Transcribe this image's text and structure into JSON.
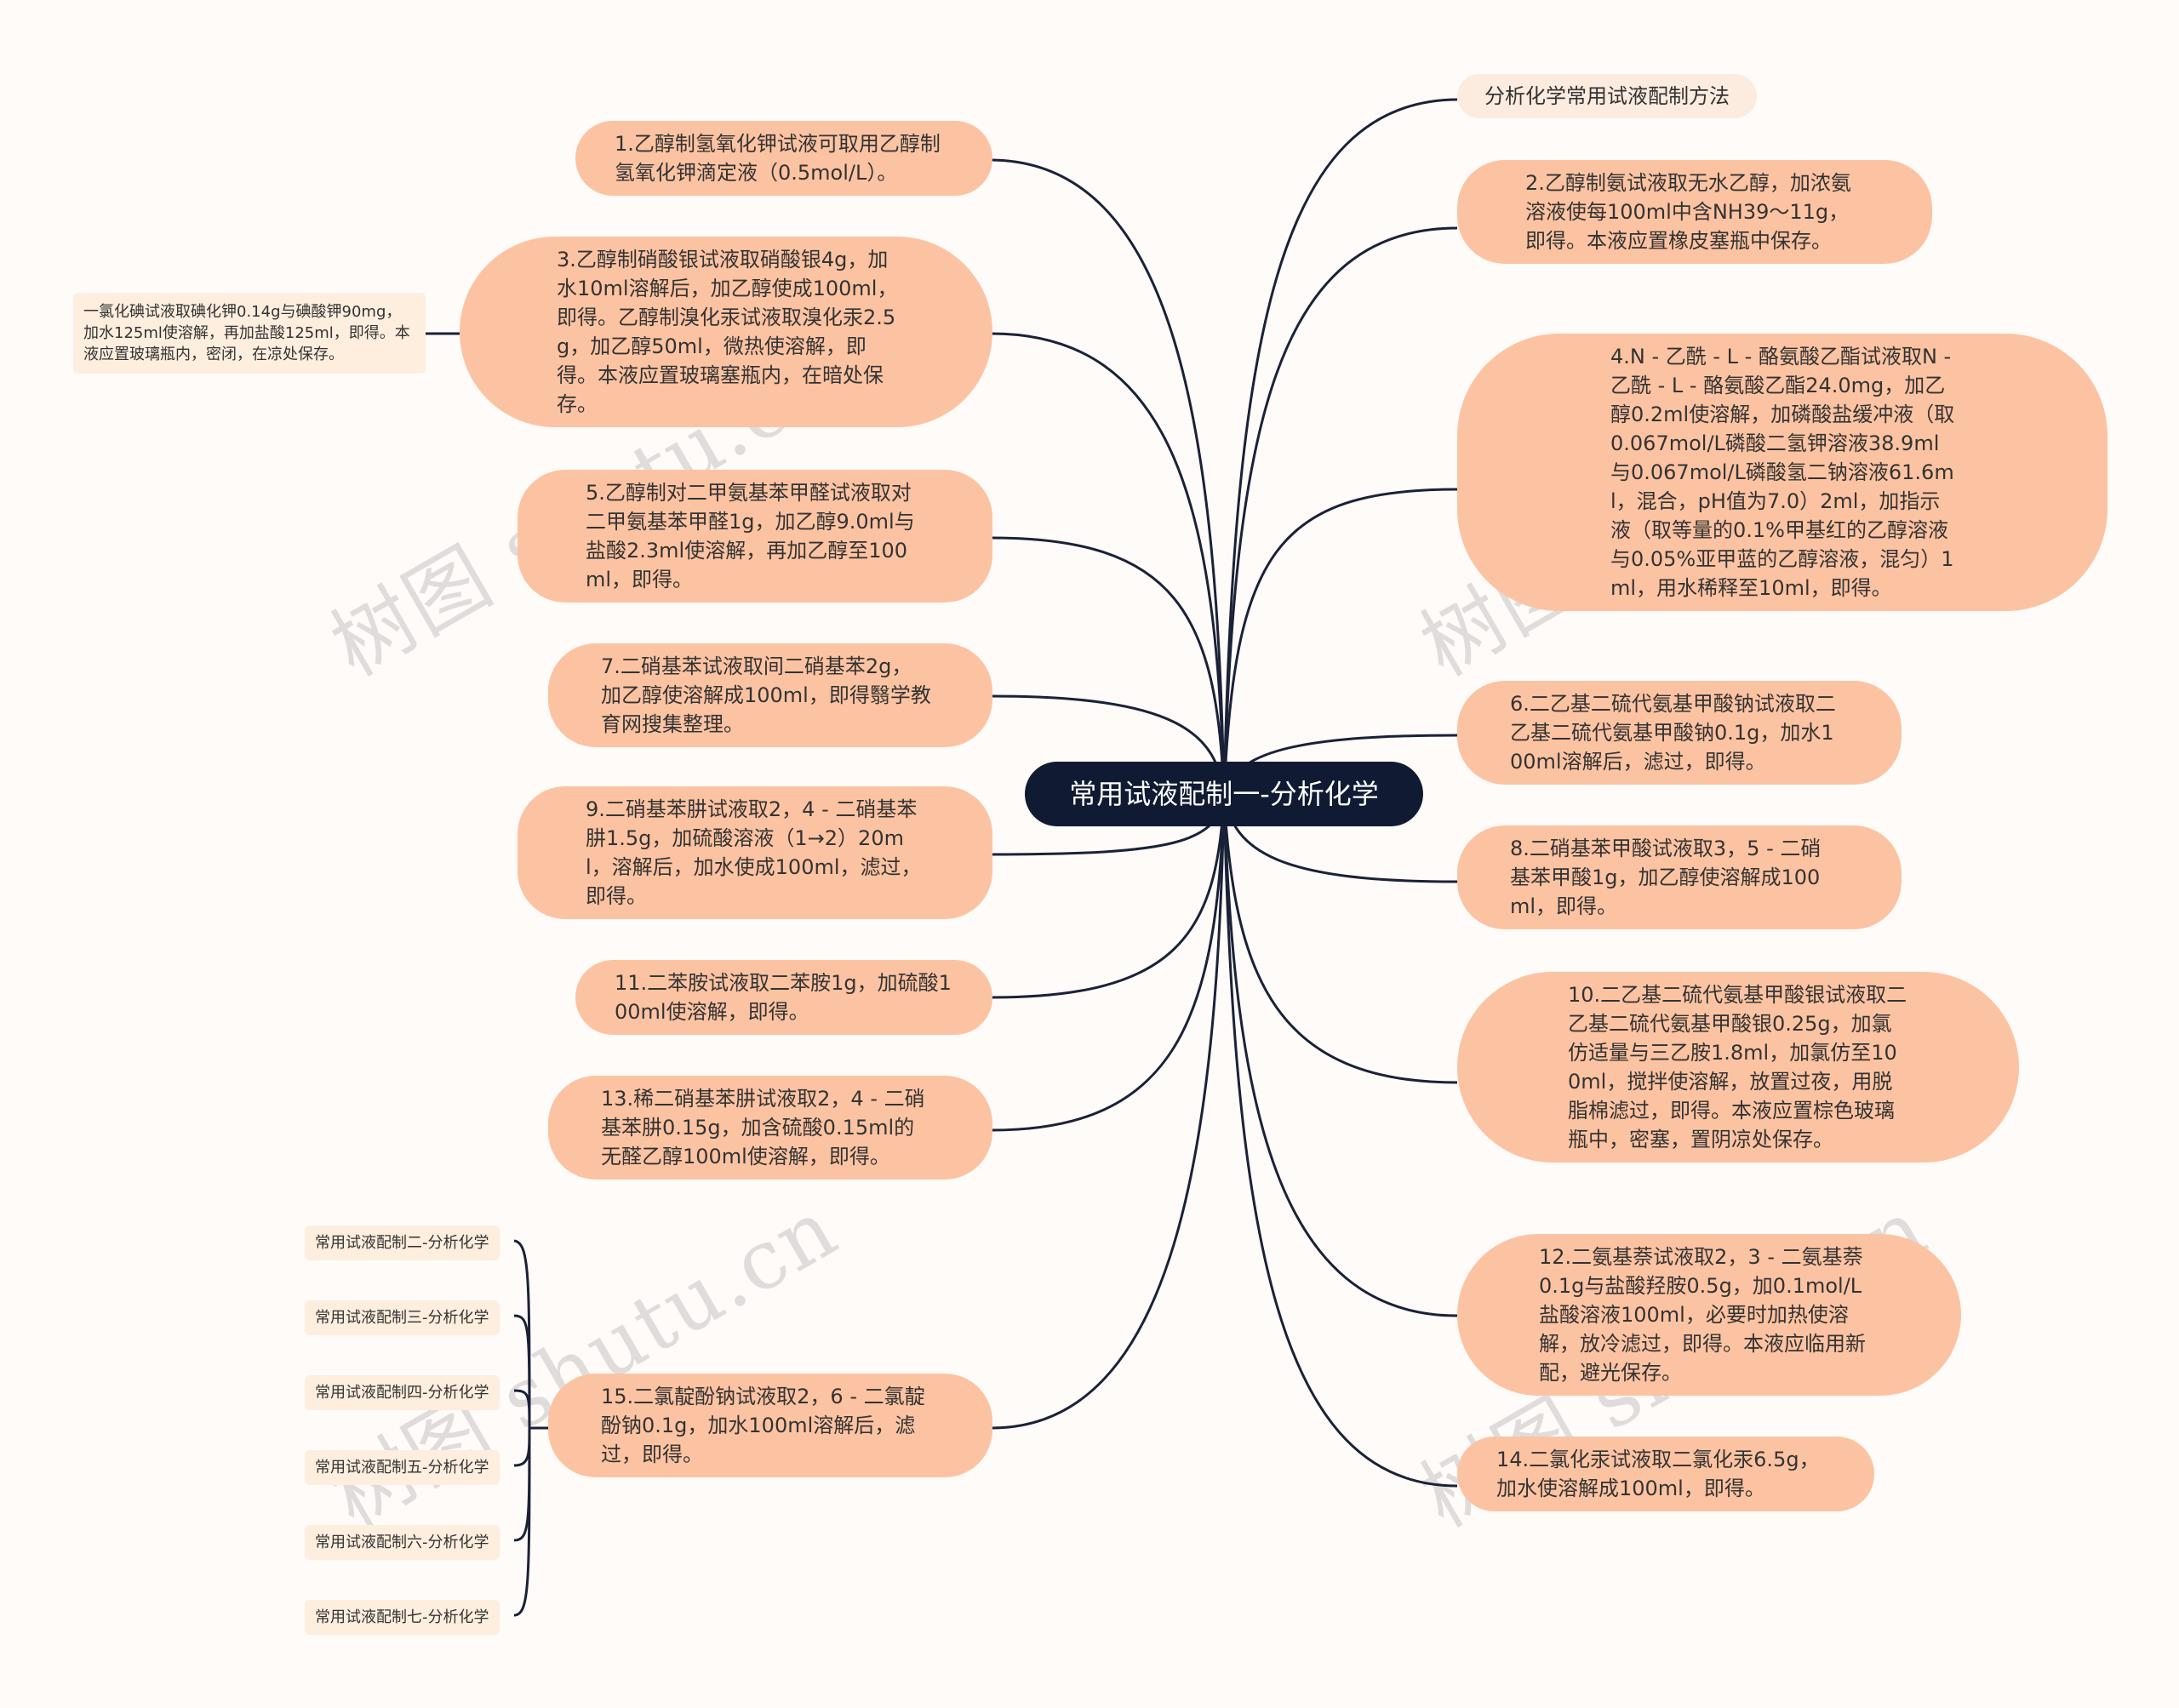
{
  "root": {
    "label": "常用试液配制一-分析化学"
  },
  "title_node": {
    "label": "分析化学常用试液配制方法"
  },
  "left_nodes": [
    {
      "id": "n1",
      "text": "1.乙醇制氢氧化钾试液可取用乙醇制氢氧化钾滴定液（0.5mol/L）。"
    },
    {
      "id": "n3",
      "text": "3.乙醇制硝酸银试液取硝酸银4g，加水10ml溶解后，加乙醇使成100ml，即得。乙醇制溴化汞试液取溴化汞2.5g，加乙醇50ml，微热使溶解，即得。本液应置玻璃塞瓶内，在暗处保存。"
    },
    {
      "id": "n5",
      "text": "5.乙醇制对二甲氨基苯甲醛试液取对二甲氨基苯甲醛1g，加乙醇9.0ml与盐酸2.3ml使溶解，再加乙醇至100ml，即得。"
    },
    {
      "id": "n7",
      "text": "7.二硝基苯试液取间二硝基苯2g，加乙醇使溶解成100ml，即得翳学教育网搜集整理。"
    },
    {
      "id": "n9",
      "text": "9.二硝基苯肼试液取2，4 - 二硝基苯肼1.5g，加硫酸溶液（1→2）20ml，溶解后，加水使成100ml，滤过，即得。"
    },
    {
      "id": "n11",
      "text": "11.二苯胺试液取二苯胺1g，加硫酸100ml使溶解，即得。"
    },
    {
      "id": "n13",
      "text": "13.稀二硝基苯肼试液取2，4 - 二硝基苯肼0.15g，加含硫酸0.15ml的无醛乙醇100ml使溶解，即得。"
    },
    {
      "id": "n15",
      "text": "15.二氯靛酚钠试液取2，6 - 二氯靛酚钠0.1g，加水100ml溶解后，滤过，即得。"
    }
  ],
  "right_nodes": [
    {
      "id": "n2",
      "text": "2.乙醇制氨试液取无水乙醇，加浓氨溶液使每100ml中含NH39～11g，即得。本液应置橡皮塞瓶中保存。"
    },
    {
      "id": "n4",
      "text": "4.N - 乙酰 - L - 酪氨酸乙酯试液取N - 乙酰 - L - 酪氨酸乙酯24.0mg，加乙醇0.2ml使溶解，加磷酸盐缓冲液（取0.067mol/L磷酸二氢钾溶液38.9ml与0.067mol/L磷酸氢二钠溶液61.6ml，混合，pH值为7.0）2ml，加指示液（取等量的0.1%甲基红的乙醇溶液与0.05%亚甲蓝的乙醇溶液，混匀）1ml，用水稀释至10ml，即得。"
    },
    {
      "id": "n6",
      "text": "6.二乙基二硫代氨基甲酸钠试液取二乙基二硫代氨基甲酸钠0.1g，加水100ml溶解后，滤过，即得。"
    },
    {
      "id": "n8",
      "text": "8.二硝基苯甲酸试液取3，5 - 二硝基苯甲酸1g，加乙醇使溶解成100ml，即得。"
    },
    {
      "id": "n10",
      "text": "10.二乙基二硫代氨基甲酸银试液取二乙基二硫代氨基甲酸银0.25g，加氯仿适量与三乙胺1.8ml，加氯仿至100ml，搅拌使溶解，放置过夜，用脱脂棉滤过，即得。本液应置棕色玻璃瓶中，密塞，置阴凉处保存。"
    },
    {
      "id": "n12",
      "text": "12.二氨基萘试液取2，3 - 二氨基萘0.1g与盐酸羟胺0.5g，加0.1mol/L盐酸溶液100ml，必要时加热使溶解，放冷滤过，即得。本液应临用新配，避光保存。"
    },
    {
      "id": "n14",
      "text": "14.二氯化汞试液取二氯化汞6.5g，加水使溶解成100ml，即得。"
    }
  ],
  "leaf_n3": {
    "text": "一氯化碘试液取碘化钾0.14g与碘酸钾90mg，加水125ml使溶解，再加盐酸125ml，即得。本液应置玻璃瓶内，密闭，在凉处保存。"
  },
  "related_links": [
    "常用试液配制二-分析化学",
    "常用试液配制三-分析化学",
    "常用试液配制四-分析化学",
    "常用试液配制五-分析化学",
    "常用试液配制六-分析化学",
    "常用试液配制七-分析化学"
  ],
  "watermark": "树图 shutu.cn",
  "colors": {
    "root_bg": "#101b33",
    "node_bg": "#fcc3a2",
    "leaf_bg": "#fdeede",
    "line": "#1a2238"
  }
}
